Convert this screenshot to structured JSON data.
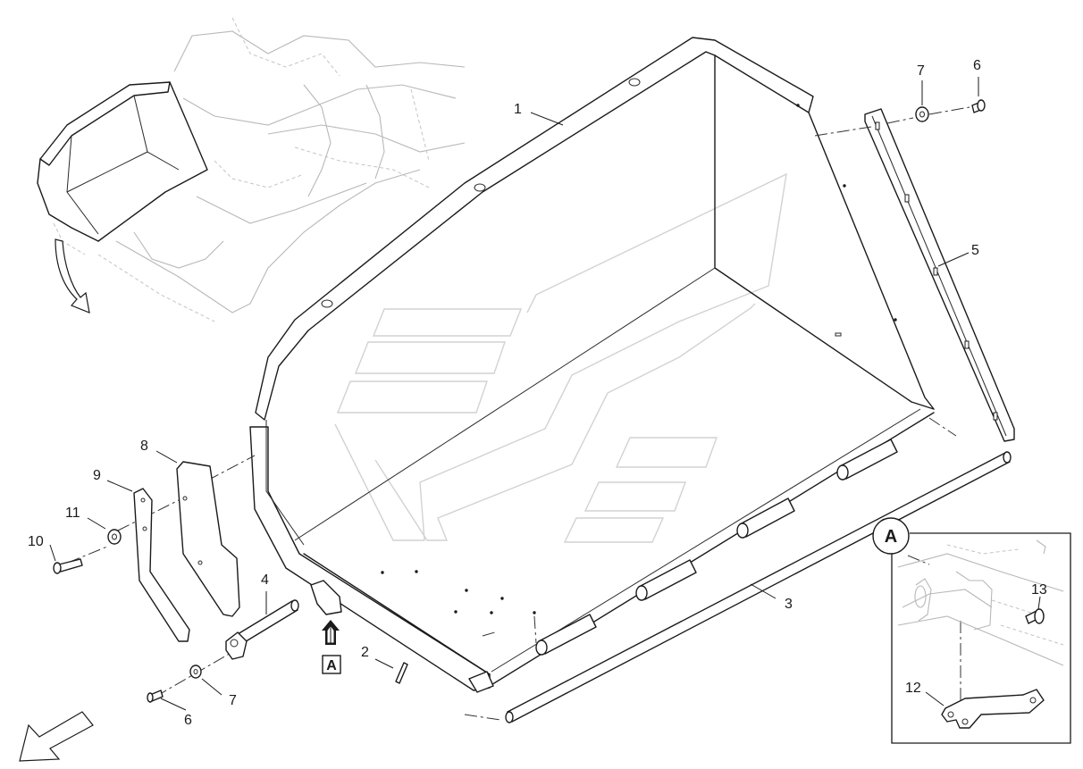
{
  "callouts": {
    "p1": "1",
    "p2": "2",
    "p3": "3",
    "p4": "4",
    "p5": "5",
    "p6a": "6",
    "p6b": "6",
    "p7a": "7",
    "p7b": "7",
    "p8": "8",
    "p9": "9",
    "p10": "10",
    "p11": "11",
    "p12": "12",
    "p13": "13"
  },
  "view_label": "A",
  "view_marker_label": "A"
}
